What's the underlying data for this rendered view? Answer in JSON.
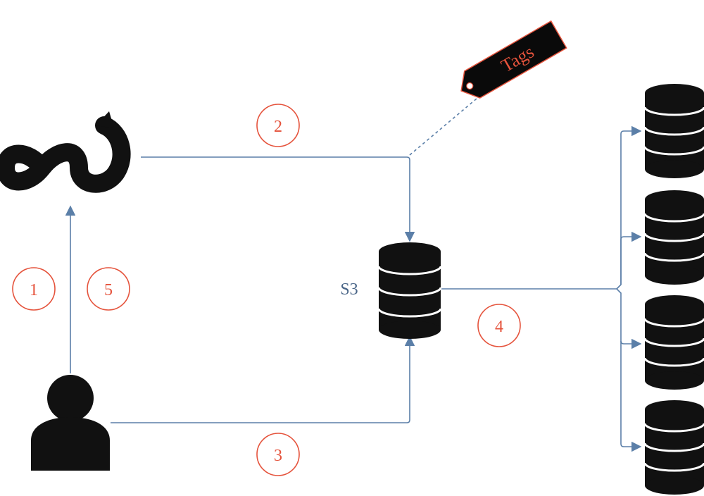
{
  "diagram": {
    "storage_label": "S3",
    "tag_label": "Tags",
    "steps": [
      "1",
      "2",
      "3",
      "4",
      "5"
    ],
    "colors": {
      "connector": "#5b7fa8",
      "step_marker": "#e5533c",
      "icon": "#111111",
      "tag_fill": "#0a0a0a",
      "tag_outline": "#e5533c",
      "tag_text": "#e5533c",
      "label_text": "#4a6688"
    },
    "icons": [
      "infinity-loop-logo-icon",
      "user-icon",
      "database-icon",
      "tag-icon"
    ]
  }
}
